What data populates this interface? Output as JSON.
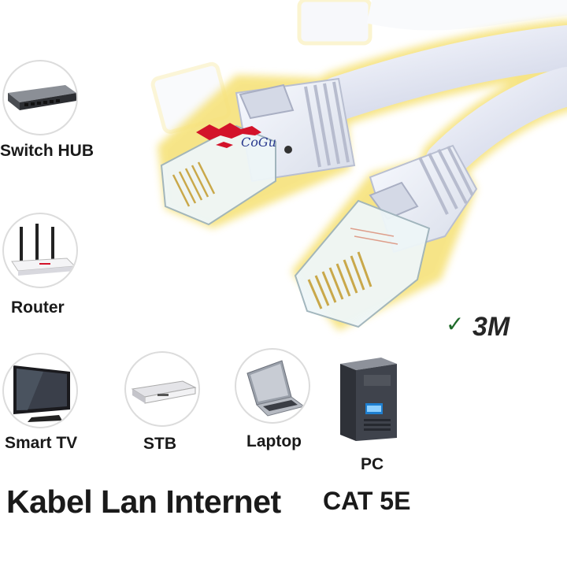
{
  "devices": [
    {
      "label": "Switch HUB",
      "icon": "switch-hub-icon"
    },
    {
      "label": "Router",
      "icon": "router-icon"
    },
    {
      "label": "Smart TV",
      "icon": "smart-tv-icon"
    },
    {
      "label": "STB",
      "icon": "stb-icon"
    },
    {
      "label": "Laptop",
      "icon": "laptop-icon"
    },
    {
      "label": "PC",
      "icon": "pc-icon"
    }
  ],
  "cable": {
    "length": "3M",
    "check_icon": "checkmark-icon"
  },
  "title": "Kabel Lan Internet",
  "category": "CAT 5E",
  "logo_text": "CoGu",
  "colors": {
    "cable": "#e6e9f5",
    "glow": "#f6e27a",
    "check": "#1f6a2a",
    "logo_red": "#d3132a"
  }
}
